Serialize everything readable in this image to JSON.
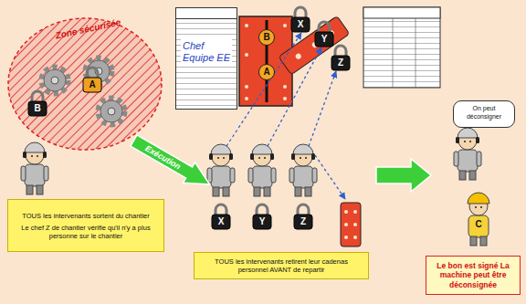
{
  "diagram": {
    "nodes": [
      {
        "text": [
          "Zone sécurisée"
        ]
      },
      {
        "text": [
          "A"
        ],
        "in": 0
      },
      {
        "text": [
          "B"
        ],
        "in": 0
      },
      {
        "text": [
          "TOUS les intervenants sortent du chantier",
          "Le chef Z de chantier vérifie qu'il n'y a plus personne sur le chantier"
        ]
      },
      {
        "text": [
          "Exécution"
        ]
      },
      {
        "text": [
          "Chef Equipe EE"
        ]
      },
      {
        "text": [
          "B"
        ]
      },
      {
        "text": [
          "A"
        ]
      },
      {
        "text": [
          "X"
        ]
      },
      {
        "text": [
          "Y"
        ]
      },
      {
        "text": [
          "Z"
        ]
      },
      {
        "text": [
          "X"
        ]
      },
      {
        "text": [
          "Y"
        ]
      },
      {
        "text": [
          "Z"
        ]
      },
      {
        "text": [
          "TOUS les intervenants retirent leur cadenas personnel AVANT de repartir"
        ]
      },
      {
        "text": [
          "On peut déconsigner"
        ]
      },
      {
        "text": [
          "Le bon est signé La machine peut être déconsignée"
        ]
      }
    ],
    "labels": [
      "C"
    ]
  }
}
